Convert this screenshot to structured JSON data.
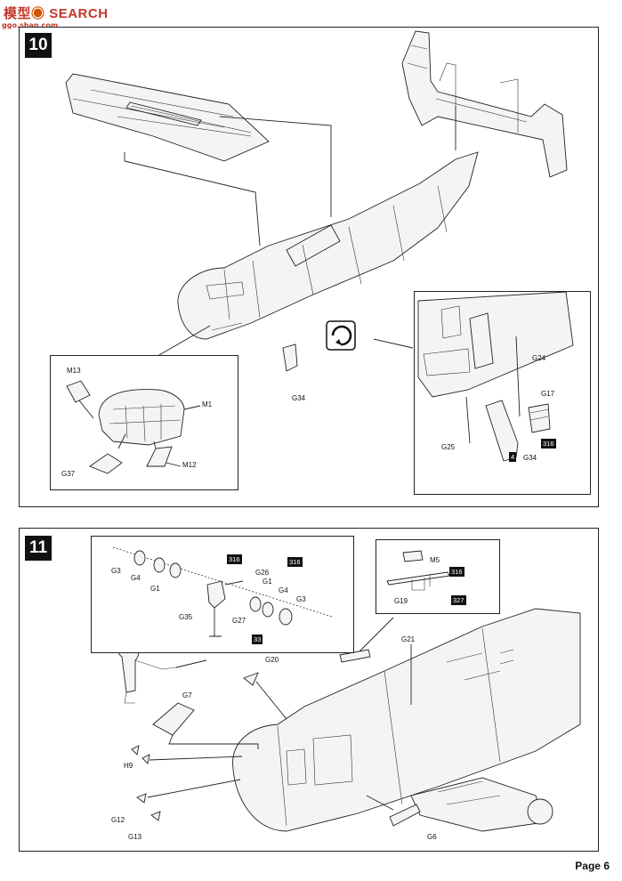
{
  "watermark": {
    "logo_text": "SEARCH",
    "logo_cjk": "模型",
    "site": "ggo.shan.com"
  },
  "step10": {
    "number": "10",
    "parts": {
      "m13": "M13",
      "m1": "M1",
      "g37": "G37",
      "m12": "M12",
      "g34": "G34",
      "g24": "G24",
      "g17": "G17",
      "g25": "G25",
      "g34b": "G34",
      "tag_316": "316",
      "tag_4": "4"
    }
  },
  "step11": {
    "number": "11",
    "parts": {
      "g3": "G3",
      "g4": "G4",
      "g1": "G1",
      "tag_316a": "316",
      "g26": "G26",
      "tag_316b": "316",
      "g1b": "G1",
      "g4b": "G4",
      "g3b": "G3",
      "g35": "G35",
      "g27": "G27",
      "tag_33": "33",
      "m5": "M5",
      "tag_316c": "316",
      "g19": "G19",
      "tag_327": "327",
      "g21": "G21",
      "g20": "G20",
      "g7": "G7",
      "h9": "H9",
      "g12": "G12",
      "g13": "G13",
      "g6": "G6"
    }
  },
  "footer": {
    "page": "Page 6"
  }
}
